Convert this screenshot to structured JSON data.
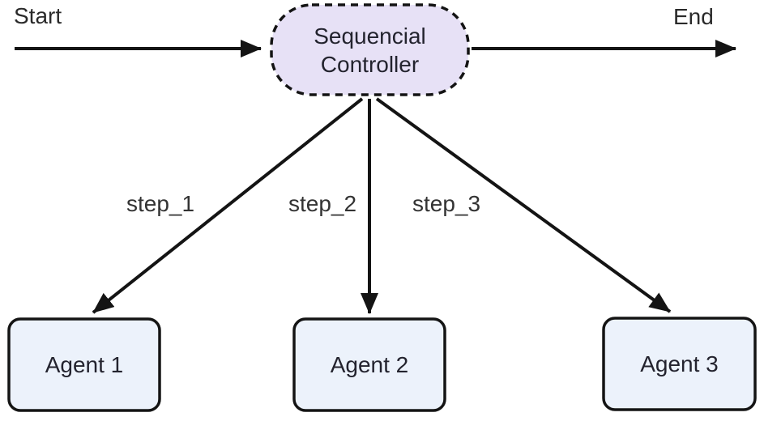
{
  "diagram": {
    "type": "flowchart",
    "labels": {
      "start": "Start",
      "end": "End"
    },
    "controller": {
      "line1": "Sequencial",
      "line2": "Controller"
    },
    "agents": [
      {
        "label": "Agent 1"
      },
      {
        "label": "Agent 2"
      },
      {
        "label": "Agent 3"
      }
    ],
    "edge_labels": [
      {
        "label": "step_1"
      },
      {
        "label": "step_2"
      },
      {
        "label": "step_3"
      }
    ],
    "colors": {
      "controller_fill": "#e7e1f6",
      "agent_fill": "#ecf2fb",
      "stroke": "#141414",
      "text": "#23232e",
      "background": "#ffffff"
    }
  }
}
